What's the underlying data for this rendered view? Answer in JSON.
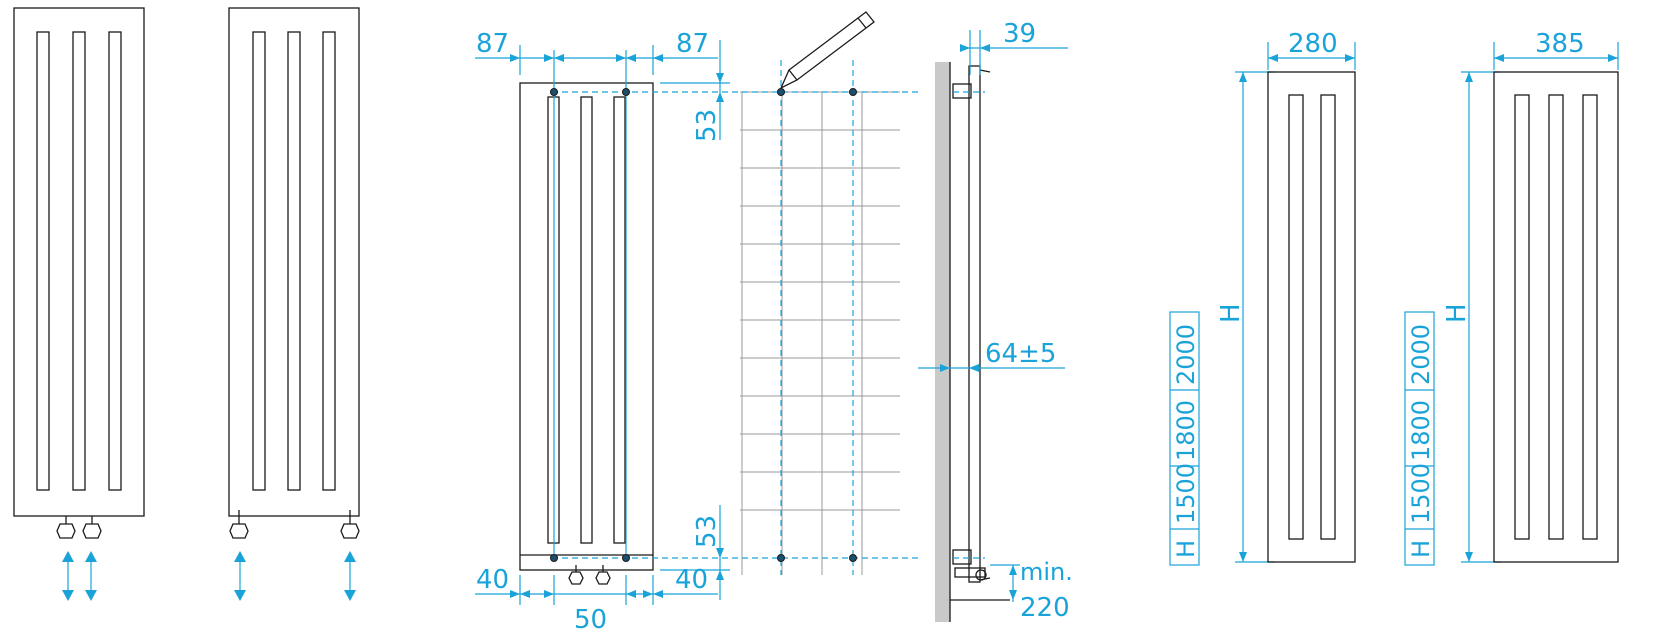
{
  "dimensions": {
    "side_offset_left": "87",
    "side_offset_right": "87",
    "top_offset": "53",
    "bottom_offset": "53",
    "depth": "39",
    "wall_distance": "64±5",
    "min_label": "min.",
    "min_value": "220",
    "bottom_left": "40",
    "bottom_right": "40",
    "valve_spacing": "50"
  },
  "front_views": [
    {
      "width": "280",
      "height_symbol": "H",
      "height_table": [
        "H",
        "1500",
        "1800",
        "2000"
      ]
    },
    {
      "width": "385",
      "height_symbol": "H",
      "height_table": [
        "H",
        "1500",
        "1800",
        "2000"
      ]
    }
  ],
  "colors": {
    "dimension": "#1aa3d9",
    "outline": "#1a1a1a",
    "wall": "#c9c9c9",
    "tiles": "#9a9a9a"
  }
}
